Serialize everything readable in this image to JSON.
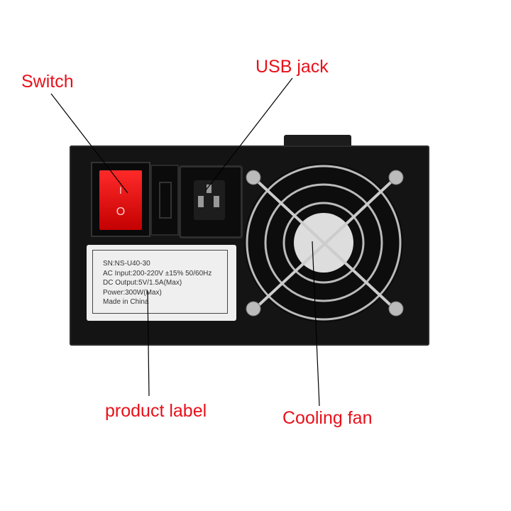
{
  "callouts": {
    "switch": "Switch",
    "usb_jack": "USB jack",
    "product_label": "product label",
    "cooling_fan": "Cooling fan"
  },
  "label": {
    "lines": [
      "SN:NS-U40-30",
      "AC Input:200-220V ±15% 50/60Hz",
      "DC Output:5V/1.5A(Max)",
      "Power:300W(Max)",
      "Made in China"
    ]
  },
  "switch_marks": {
    "on": "I",
    "off": "O"
  },
  "colors": {
    "callout": "#e8101a",
    "switch": "#e81c1c",
    "body": "#141414"
  }
}
